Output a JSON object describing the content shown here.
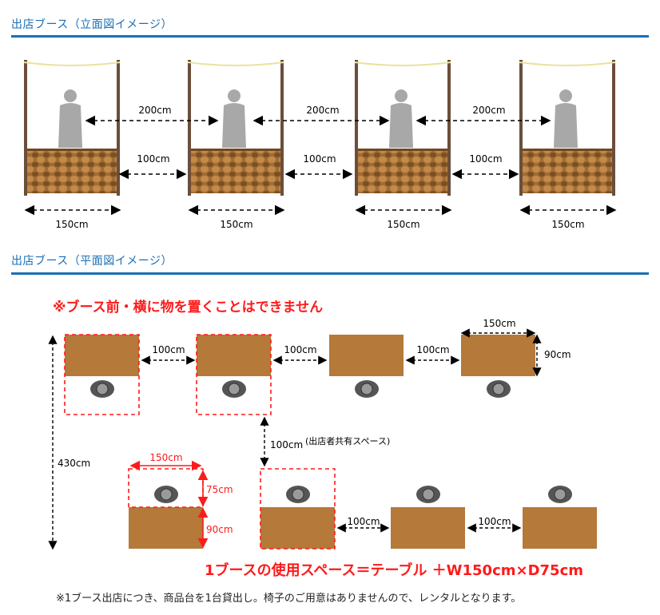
{
  "elevation": {
    "title": "出店ブース（立面図イメージ）",
    "label_gap_upper": "200cm",
    "label_gap_lower": "100cm",
    "label_width": "150cm"
  },
  "plan": {
    "title": "出店ブース（平面図イメージ）",
    "warning": "※ブース前・横に物を置くことはできません",
    "label_gap": "100cm",
    "label_width": "150cm",
    "label_depth_table": "90cm",
    "label_depth_space": "75cm",
    "label_total_depth": "430cm",
    "label_aisle": "100cm",
    "label_aisle_note": "(出店者共有スペース)",
    "usage_note": "1ブースの使用スペース＝テーブル ＋W150cm×D75cm"
  },
  "footer": "※1ブース出店につき、商品台を1台貸出し。椅子のご用意はありませんので、レンタルとなります。",
  "colors": {
    "accent": "#1a6fb5",
    "table": "#b5793a",
    "wicker": "#9b6a34",
    "red": "#ff1a1a",
    "figure": "#a8a8a8"
  }
}
